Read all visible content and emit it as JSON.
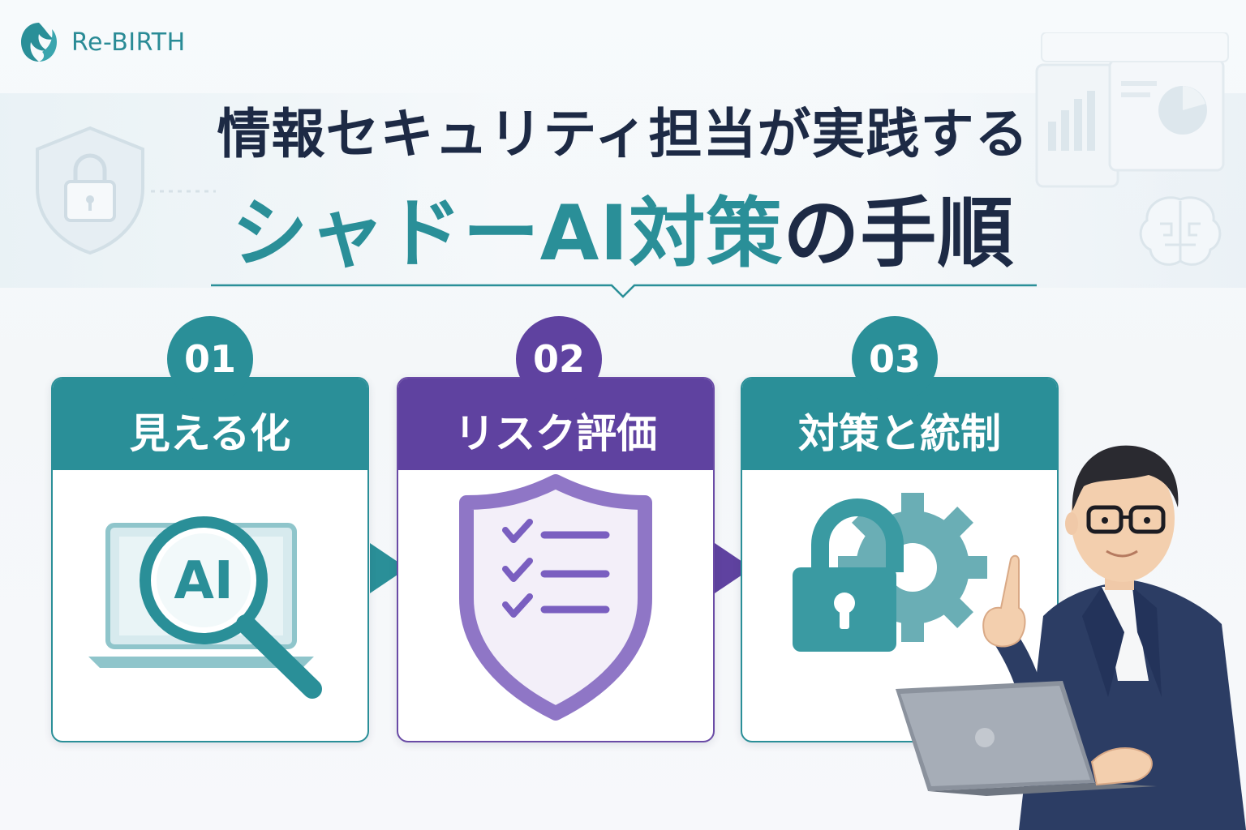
{
  "brand": {
    "name": "Re-BIRTH",
    "color": "#2a8b96",
    "icon": "phoenix-logo-icon"
  },
  "title": {
    "line1": "情報セキュリティ担当が実践する",
    "line2_accent": "シャドーAI対策",
    "line2_dark": "の手順"
  },
  "colors": {
    "teal": "#2a8f98",
    "purple": "#5f42a0",
    "navy": "#1d2a45"
  },
  "steps": [
    {
      "number": "01",
      "label": "見える化",
      "icon": "laptop-magnifier-ai-icon",
      "icon_text": "AI",
      "color": "teal"
    },
    {
      "number": "02",
      "label": "リスク評価",
      "icon": "shield-checklist-icon",
      "color": "purple"
    },
    {
      "number": "03",
      "label": "対策と統制",
      "icon": "lock-gear-icon",
      "color": "teal"
    }
  ],
  "decorations": [
    "shield-lock-icon",
    "dashboard-chart-icon",
    "brain-circuit-icon",
    "person-with-laptop-illustration"
  ]
}
